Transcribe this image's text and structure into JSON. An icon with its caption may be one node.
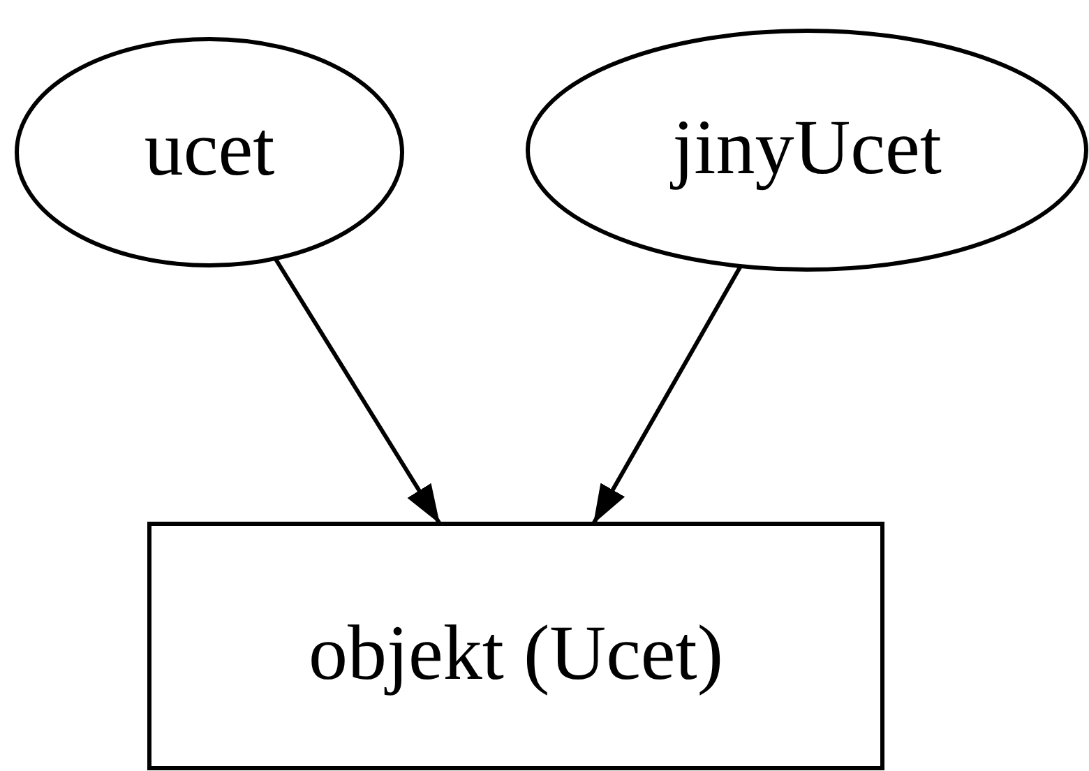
{
  "diagram": {
    "nodes": [
      {
        "text": [
          "ucet"
        ]
      },
      {
        "text": [
          "jinyUcet"
        ]
      },
      {
        "text": [
          "objekt (Ucet)"
        ]
      }
    ],
    "edges": [
      {
        "from": 0,
        "to": 2,
        "arrow": "to"
      },
      {
        "from": 1,
        "to": 2,
        "arrow": "to"
      }
    ]
  }
}
